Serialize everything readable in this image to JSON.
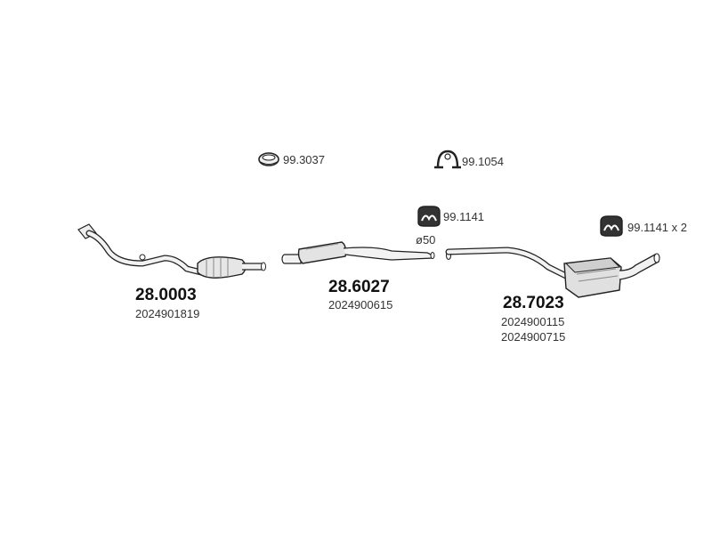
{
  "accessories": [
    {
      "code": "99.3037",
      "icon": "rubber-ring-icon"
    },
    {
      "code": "99.1054",
      "icon": "clamp-icon"
    },
    {
      "code": "99.1141",
      "icon": "rubber-hanger-icon"
    },
    {
      "code": "99.1141 x 2",
      "icon": "rubber-hanger-icon"
    }
  ],
  "diameter_label": "ø50",
  "parts": [
    {
      "number": "28.0003",
      "oem": [
        "2024901819"
      ],
      "icon": "front-pipe-catalytic-converter-icon"
    },
    {
      "number": "28.6027",
      "oem": [
        "2024900615"
      ],
      "icon": "center-silencer-pipe-icon"
    },
    {
      "number": "28.7023",
      "oem": [
        "2024900115",
        "2024900715"
      ],
      "icon": "rear-silencer-icon"
    }
  ],
  "colors": {
    "line": "#222222",
    "fill": "#e6e6e6",
    "shade": "#bdbdbd"
  }
}
